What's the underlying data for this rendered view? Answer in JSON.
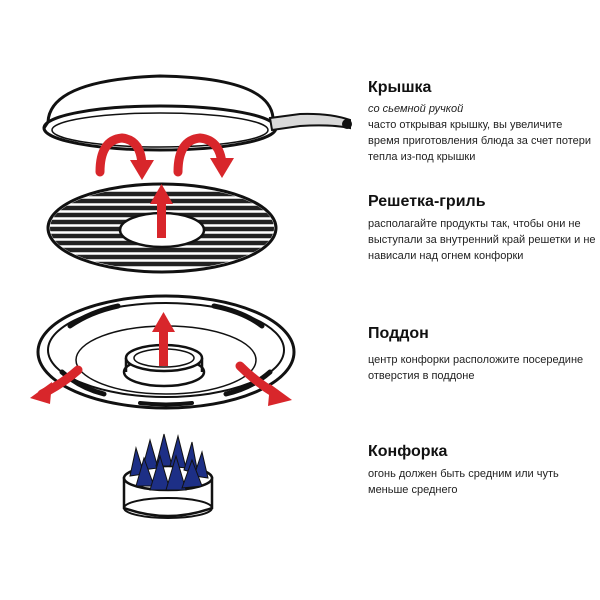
{
  "sections": {
    "lid": {
      "title": "Крышка",
      "subtitle": "со сьемной ручкой",
      "text": "часто открывая крышку, вы увеличите время приготовления блюда за счет потери тепла из-под крышки"
    },
    "grill": {
      "title": "Решетка-гриль",
      "text": "располагайте продукты так, чтобы они не выступали за внутренний край решетки и не нависали над огнем конфорки"
    },
    "tray": {
      "title": "Поддон",
      "text": "центр конфорки расположите посередине отверстия в поддоне"
    },
    "burner": {
      "title": "Конфорка",
      "text": "огонь должен быть средним или чуть меньше среднего"
    }
  },
  "colors": {
    "arrow": "#d8262b",
    "outline": "#111111",
    "flame": "#1d2f86",
    "grill": "#222222"
  },
  "icons": {
    "lid": "lid-icon",
    "grill": "grill-grate-icon",
    "tray": "drip-tray-icon",
    "burner": "gas-burner-icon"
  }
}
